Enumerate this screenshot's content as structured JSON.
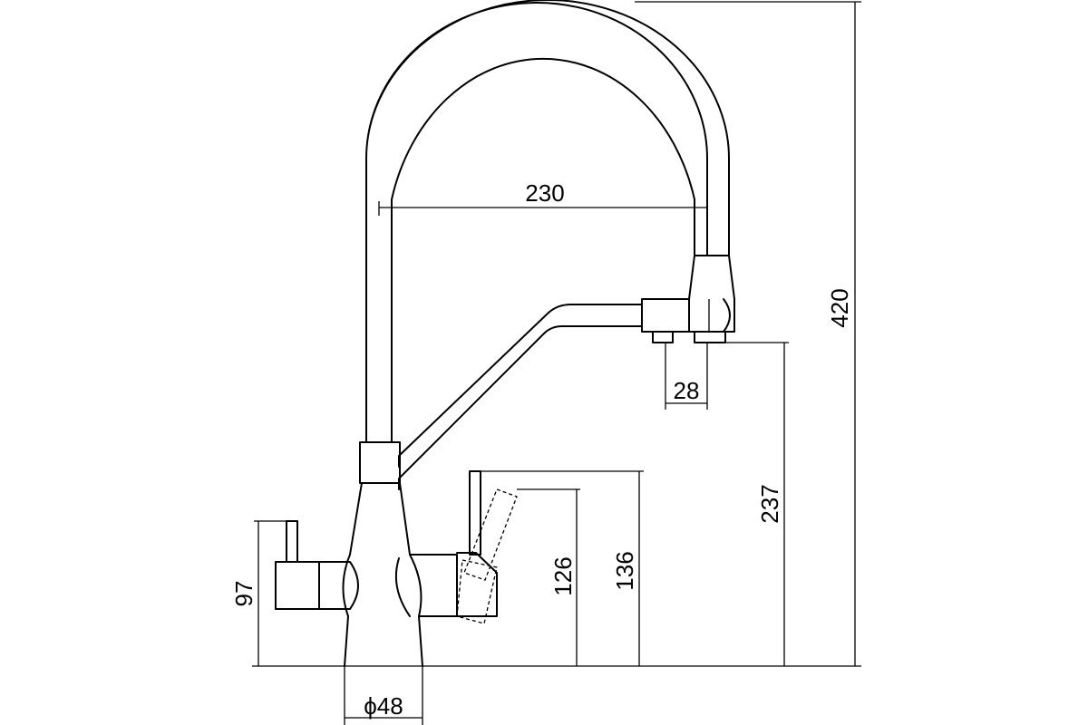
{
  "drawing": {
    "dimensions": {
      "total_height": "420",
      "spout_reach": "230",
      "outlet_spacing": "28",
      "outlet_height": "237",
      "filter_lever_height": "136",
      "filter_spout_height": "126",
      "lever_height": "97",
      "base_diameter": "ϕ48"
    }
  }
}
